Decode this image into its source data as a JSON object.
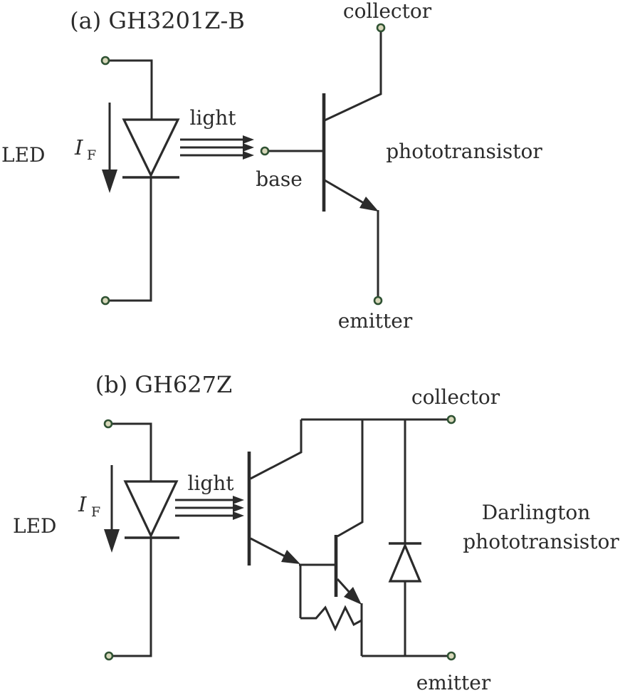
{
  "colors": {
    "background": "#ffffff",
    "line": "#2b2b2b",
    "text": "#2b2b2b",
    "terminal_fill": "#d8d8ba",
    "terminal_ring": "#2f5233"
  },
  "diagram_a": {
    "title": "(a) GH3201Z-B",
    "led_label": "LED",
    "current": {
      "symbol": "I",
      "subscript": "F"
    },
    "light_label": "light",
    "collector_label": "collector",
    "base_label": "base",
    "emitter_label": "emitter",
    "device_label": "phototransistor"
  },
  "diagram_b": {
    "title": "(b) GH627Z",
    "led_label": "LED",
    "current": {
      "symbol": "I",
      "subscript": "F"
    },
    "light_label": "light",
    "collector_label": "collector",
    "emitter_label": "emitter",
    "device_label_line1": "Darlington",
    "device_label_line2": "phototransistor"
  }
}
